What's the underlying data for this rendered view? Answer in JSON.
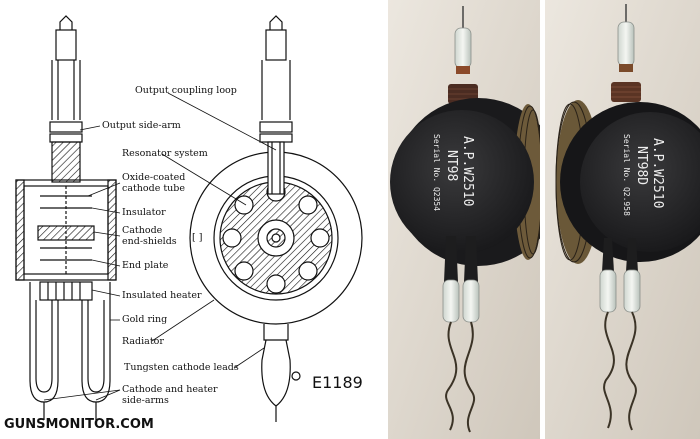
{
  "labels": {
    "output_coupling_loop": "Output coupling loop",
    "output_side_arm": "Output side-arm",
    "resonator_system": "Resonator system",
    "oxide_coated_cathode_tube": "Oxide-coated cathode tube",
    "insulator": "Insulator",
    "cathode_end_shields": "Cathode end-shields",
    "end_plate": "End plate",
    "insulated_heater": "Insulated heater",
    "gold_ring": "Gold ring",
    "radiator": "Radiator",
    "tungsten_cathode_leads": "Tungsten cathode leads",
    "cathode_heater_side_arms": "Cathode and heater side-arms"
  },
  "figure_code": "E1189",
  "watermark": "GUNSMONITOR.COM",
  "photo_left": {
    "model": "A.P.W2510",
    "type": "NT98",
    "serial": "Serial No. Q2354"
  },
  "photo_right": {
    "model": "A.P.W2510",
    "type": "NT98D",
    "serial": "Serial No. Q2.958"
  }
}
